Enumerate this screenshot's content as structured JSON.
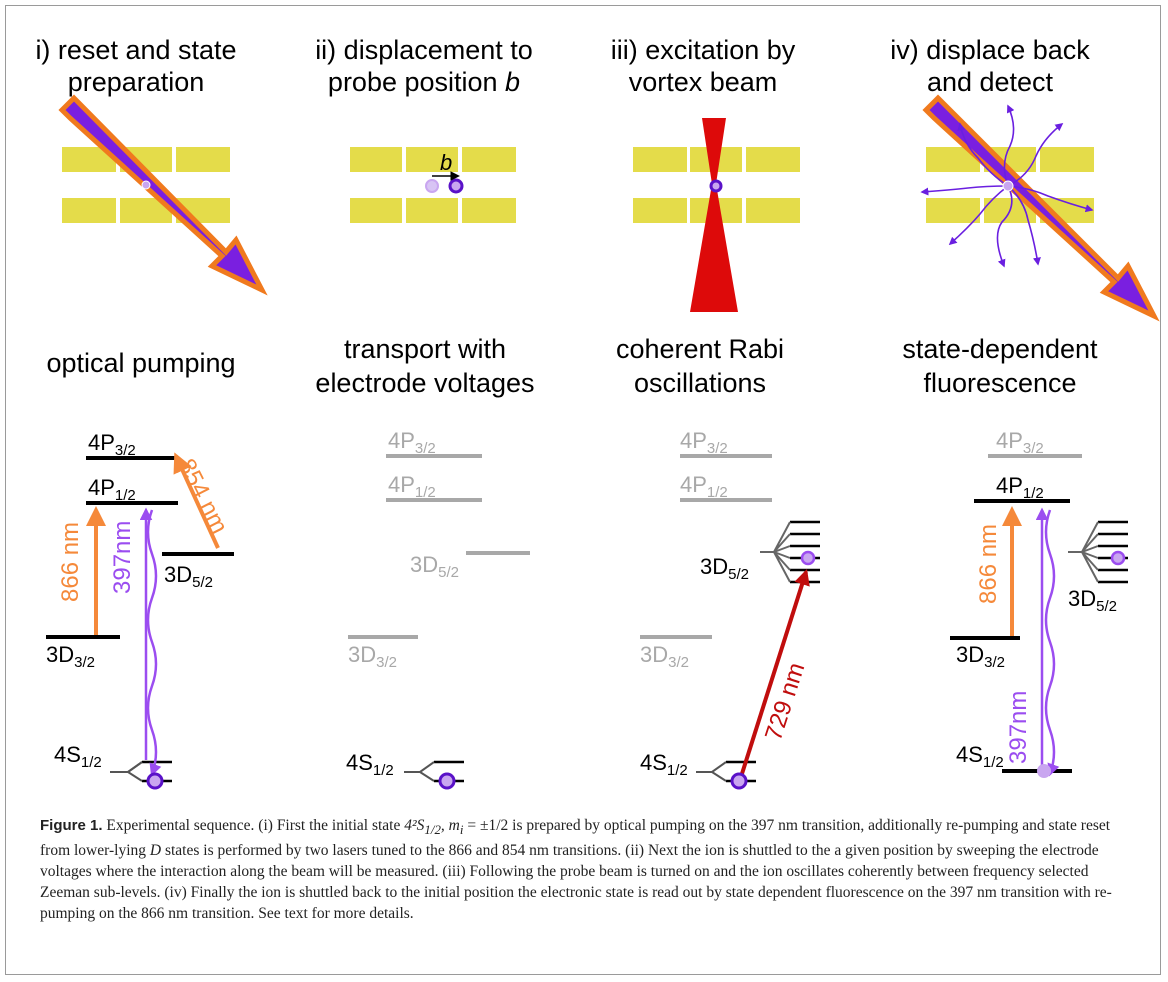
{
  "panels": [
    {
      "title_line1": "i) reset and state",
      "title_line2": "preparation",
      "subtitle_line1": "optical pumping",
      "subtitle_line2": "",
      "levels": [
        "4P",
        "4P",
        "3D",
        "3D",
        "4S"
      ],
      "level_subs": [
        "3/2",
        "1/2",
        "5/2",
        "3/2",
        "1/2"
      ],
      "transitions": [
        "854 nm",
        "866 nm",
        "397nm"
      ]
    },
    {
      "title_line1": "ii) displacement to",
      "title_line2": "probe position ",
      "title_italic": "b",
      "probe_label": "b",
      "subtitle_line1": "transport with",
      "subtitle_line2": "electrode voltages",
      "levels": [
        "4P",
        "4P",
        "3D",
        "3D",
        "4S"
      ],
      "level_subs": [
        "3/2",
        "1/2",
        "5/2",
        "3/2",
        "1/2"
      ]
    },
    {
      "title_line1": "iii) excitation by",
      "title_line2": "vortex beam",
      "subtitle_line1": "coherent Rabi",
      "subtitle_line2": "oscillations",
      "levels": [
        "4P",
        "4P",
        "3D",
        "3D",
        "4S"
      ],
      "level_subs": [
        "3/2",
        "1/2",
        "5/2",
        "3/2",
        "1/2"
      ],
      "transitions": [
        "729 nm"
      ]
    },
    {
      "title_line1": "iv) displace back",
      "title_line2": "and detect",
      "subtitle_line1": "state-dependent",
      "subtitle_line2": "fluorescence",
      "levels": [
        "4P",
        "4P",
        "3D",
        "3D",
        "4S"
      ],
      "level_subs": [
        "3/2",
        "1/2",
        "5/2",
        "3/2",
        "1/2"
      ],
      "transitions": [
        "866 nm",
        "397nm"
      ]
    }
  ],
  "colors": {
    "electrode": "#e4dc4a",
    "beam_fill": "#7a1fe0",
    "beam_edge": "#f07a1e",
    "orange_arrow": "#f5893a",
    "violet_arrow": "#9b4df0",
    "red_beam": "#dd0a0a",
    "red_arrow": "#c00d0d",
    "faded_level": "#a8a8a8",
    "ion_ring": "#5a12c8",
    "ion_fill": "#c9a6f0"
  },
  "caption": {
    "label": "Figure 1.",
    "p1": " Experimental sequence. (i) First the initial state ",
    "state_math": "4²S",
    "state_sub": "1/2",
    "state_rest": ", m",
    "state_mi_sub": "i",
    "state_eq": " = ±1/2",
    "p2": " is prepared by optical pumping on the 397  nm transition, additionally re-pumping and state reset from lower-lying ",
    "d_italic": "D",
    "p3": " states is performed by two lasers tuned to the 866 and 854  nm transitions. (ii) Next the ion is shuttled to the a given position by sweeping the electrode voltages where the interaction along the beam will be measured. (iii) Following the probe beam is turned on and the ion oscillates coherently between frequency selected Zeeman sub-levels. (iv) Finally the ion is shuttled back to the initial position the electronic state is read out by state dependent fluorescence on the 397  nm transition with re-pumping on the 866  nm transition. See text for more details."
  }
}
